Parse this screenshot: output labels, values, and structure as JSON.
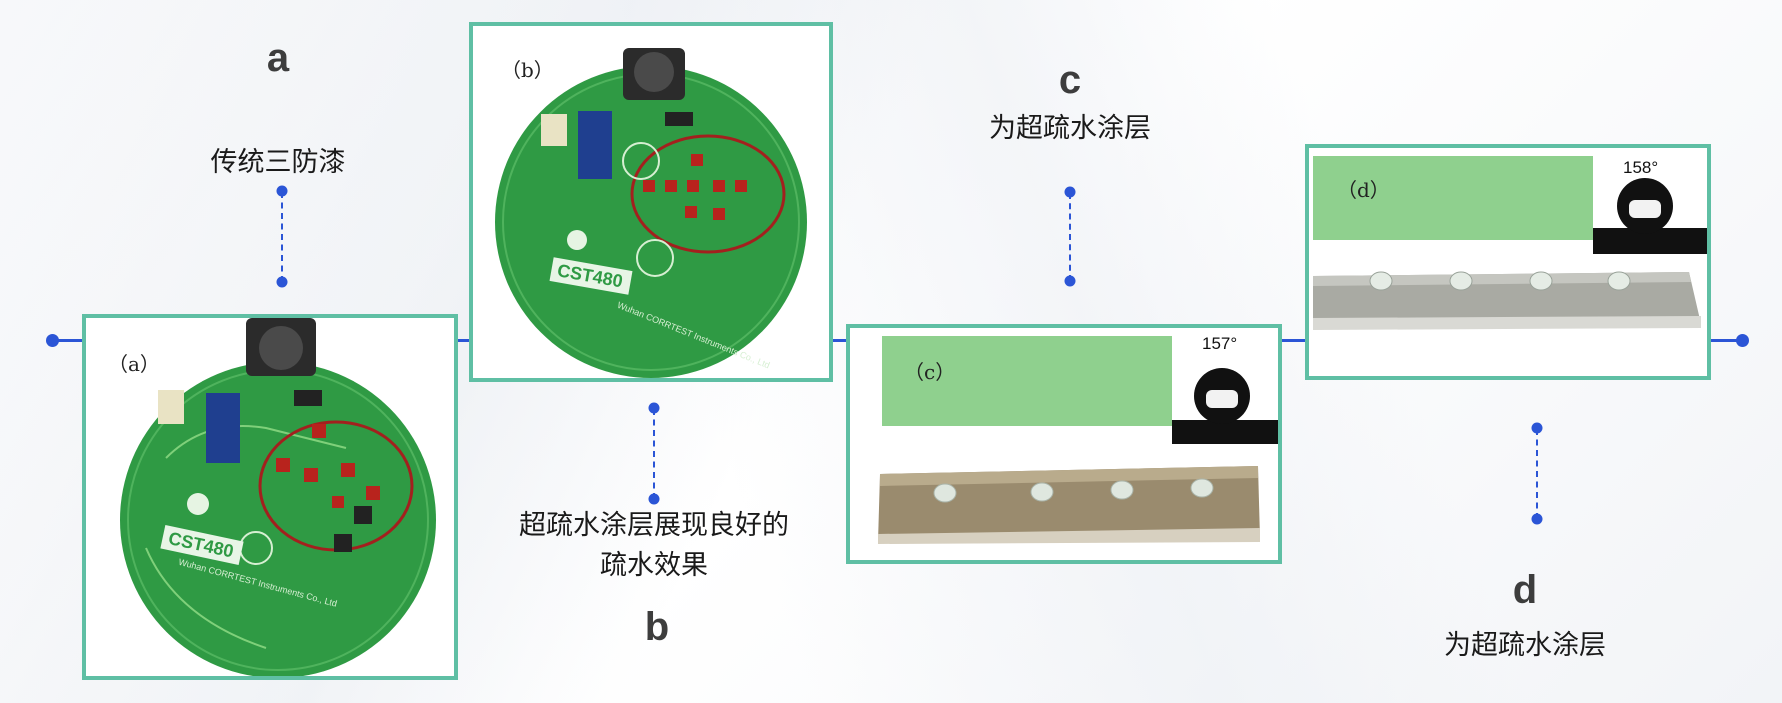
{
  "panels": {
    "a": {
      "letter": "a",
      "caption": "传统三防漆",
      "photo_tag": "（a）",
      "board_text": "CST480",
      "board_maker": "Wuhan CORRTEST Instruments Co., Ltd"
    },
    "b": {
      "letter": "b",
      "caption_line1": "超疏水涂层展现良好的",
      "caption_line2": "疏水效果",
      "photo_tag": "（b）",
      "board_text": "CST480",
      "board_maker": "Wuhan CORRTEST Instruments Co., Ltd"
    },
    "c": {
      "letter": "c",
      "caption": "为超疏水涂层",
      "photo_tag": "（c）",
      "contact_angle": "157°"
    },
    "d": {
      "letter": "d",
      "caption": "为超疏水涂层",
      "photo_tag": "（d）",
      "contact_angle": "158°"
    }
  },
  "colors": {
    "timeline": "#2b55d6",
    "frame": "#5fbfa4",
    "pcb": "#2f9a44",
    "highlight_ring": "#a3201e",
    "green_panel": "#8fd08e"
  }
}
